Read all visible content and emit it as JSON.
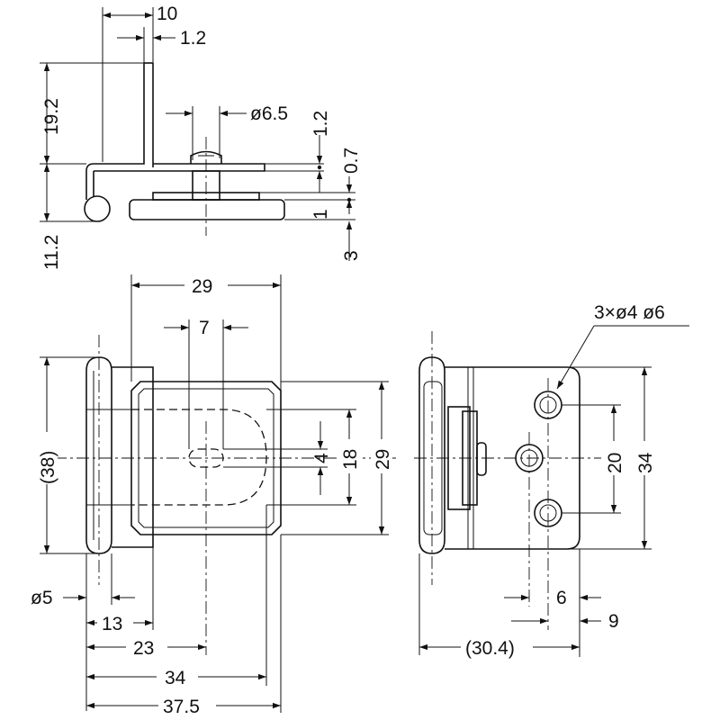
{
  "dimensions": {
    "top_view": {
      "d10": "10",
      "d1_2_a": "1.2",
      "d19_2": "19.2",
      "d6_5": "ø6.5",
      "d1_2_b": "1.2",
      "d0_7": "0.7",
      "d1": "1",
      "d11_2": "11.2",
      "d3": "3"
    },
    "front_view": {
      "d29_w": "29",
      "d7": "7",
      "d38": "(38)",
      "d4": "4",
      "d18": "18",
      "d29_h": "29",
      "d5": "ø5",
      "d13": "13",
      "d23": "23",
      "d34": "34",
      "d37_5": "37.5"
    },
    "side_view": {
      "holes": "3×ø4 ø6",
      "d20": "20",
      "d34": "34",
      "d6": "6",
      "d9": "9",
      "d30_4": "(30.4)"
    }
  }
}
